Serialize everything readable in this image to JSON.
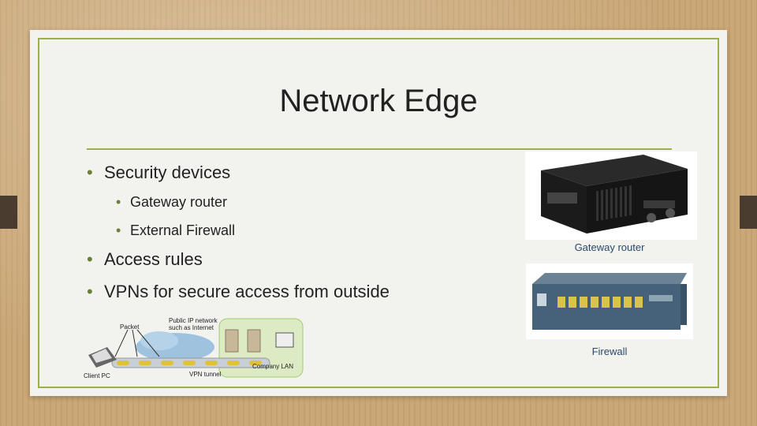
{
  "slide": {
    "title": "Network Edge",
    "bullets": [
      "Security devices",
      "Gateway router",
      "External Firewall",
      "Access rules",
      "VPNs for secure access from outside"
    ]
  },
  "images": {
    "router_caption": "Gateway router",
    "firewall_caption": "Firewall"
  },
  "vpn_diagram": {
    "public_network_label": "Public IP network such as Internet",
    "packet_label": "Packet",
    "client_label": "Client PC",
    "tunnel_label": "VPN tunnel",
    "lan_label": "Company LAN"
  },
  "colors": {
    "accent": "#9bb04a",
    "background": "#c9a574",
    "caption": "#2a4a6a"
  }
}
